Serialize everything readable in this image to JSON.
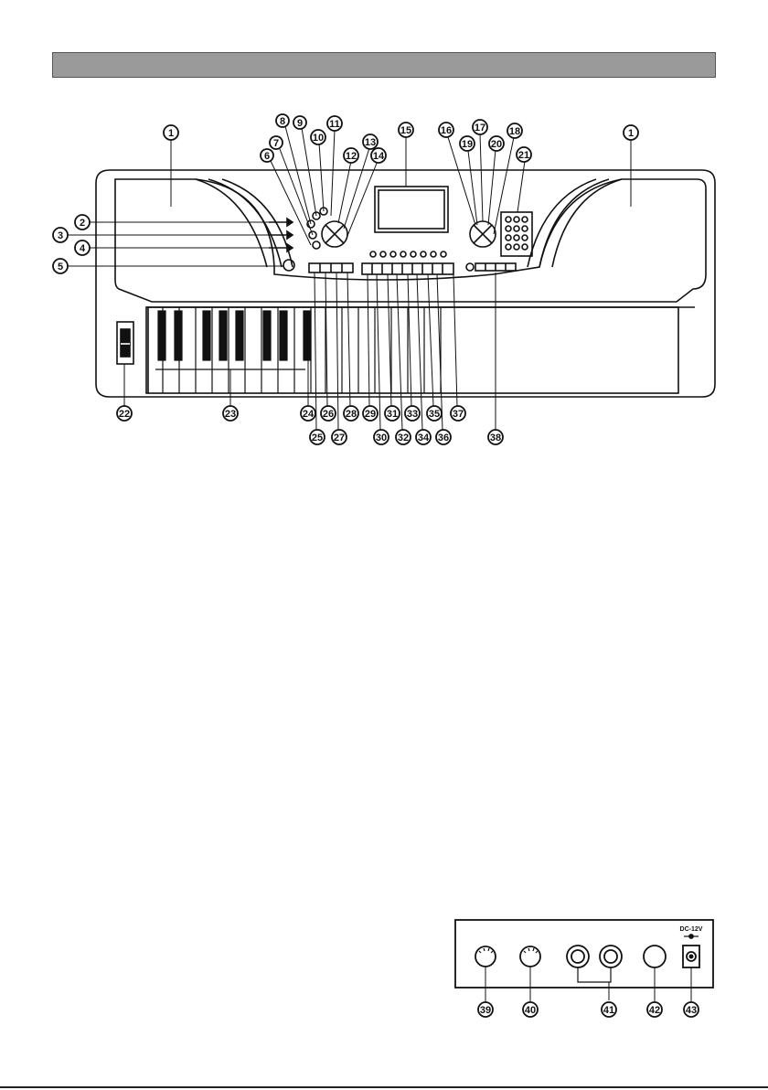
{
  "header": {
    "title": ""
  },
  "callouts": {
    "c1": "1",
    "c2": "2",
    "c3": "3",
    "c4": "4",
    "c5": "5",
    "c6": "6",
    "c7": "7",
    "c8": "8",
    "c9": "9",
    "c10": "10",
    "c11": "11",
    "c12": "12",
    "c13": "13",
    "c14": "14",
    "c15": "15",
    "c16": "16",
    "c17": "17",
    "c18": "18",
    "c19": "19",
    "c20": "20",
    "c21": "21",
    "c22": "22",
    "c23": "23",
    "c24": "24",
    "c25": "25",
    "c26": "26",
    "c27": "27",
    "c28": "28",
    "c29": "29",
    "c30": "30",
    "c31": "31",
    "c32": "32",
    "c33": "33",
    "c34": "34",
    "c35": "35",
    "c36": "36",
    "c37": "37",
    "c38": "38",
    "c39": "39",
    "c40": "40",
    "c41": "41",
    "c42": "42",
    "c43": "43"
  },
  "rear_panel": {
    "power_label": "DC-12V"
  },
  "colors": {
    "header_bar": "#9a9a9a",
    "line": "#111111"
  }
}
